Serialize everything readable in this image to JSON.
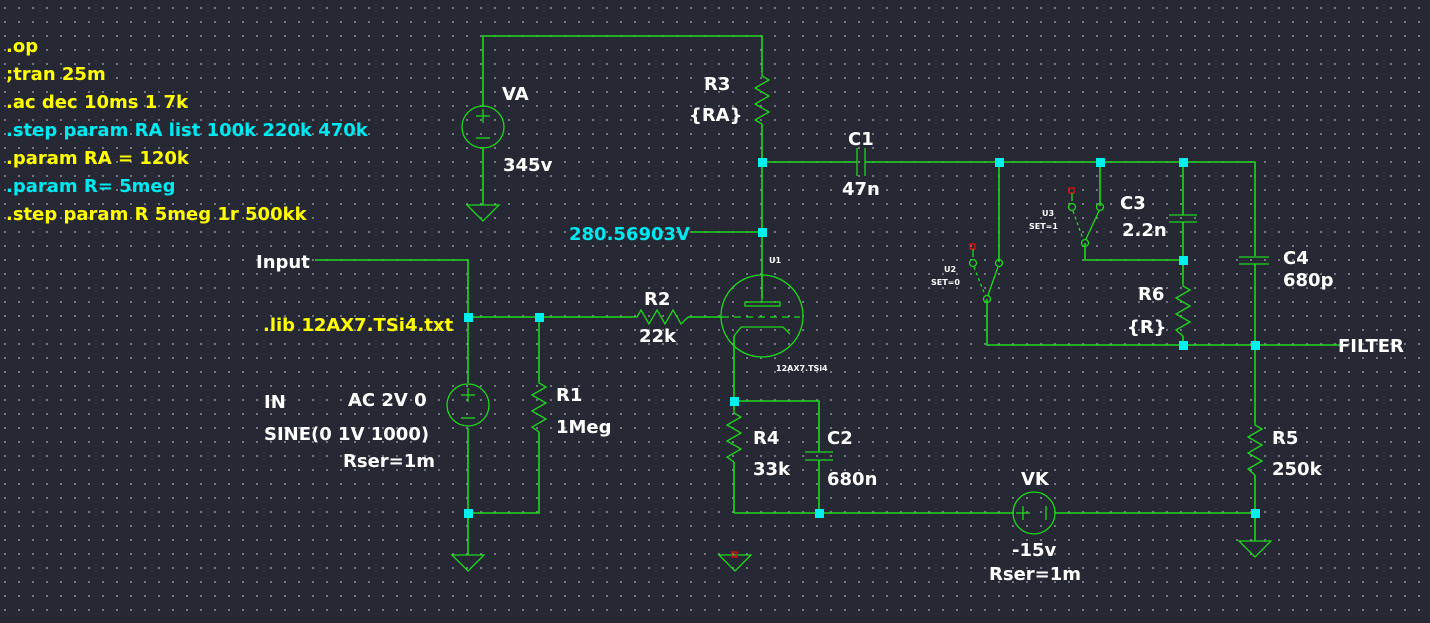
{
  "directives": [
    {
      "text": ".op",
      "color": "#ffff00"
    },
    {
      "text": ";tran 25m",
      "color": "#ffff00"
    },
    {
      "text": ".ac dec 10ms 1 7k",
      "color": "#ffff00"
    },
    {
      "text": ".step param RA list 100k 220k 470k",
      "color": "#00e8f0"
    },
    {
      "text": ".param RA = 120k",
      "color": "#ffff00"
    },
    {
      "text": ".param R= 5meg",
      "color": "#00e8f0"
    },
    {
      "text": ".step param R 5meg 1r 500kk",
      "color": "#ffff00"
    }
  ],
  "lib_directive": ".lib 12AX7.TSi4.txt",
  "node_voltage": "280.56903V",
  "net_labels": {
    "input": "Input",
    "filter": "FILTER"
  },
  "components": {
    "VA": {
      "name": "VA",
      "value": "345v"
    },
    "IN": {
      "name": "IN",
      "ac": "AC 2V 0",
      "value": "SINE(0 1V 1000)",
      "rser": "Rser=1m"
    },
    "VK": {
      "name": "VK",
      "value": "-15v",
      "rser": "Rser=1m"
    },
    "R1": {
      "name": "R1",
      "value": "1Meg"
    },
    "R2": {
      "name": "R2",
      "value": "22k"
    },
    "R3": {
      "name": "R3",
      "value": "{RA}"
    },
    "R4": {
      "name": "R4",
      "value": "33k"
    },
    "R5": {
      "name": "R5",
      "value": "250k"
    },
    "R6": {
      "name": "R6",
      "value": "{R}"
    },
    "C1": {
      "name": "C1",
      "value": "47n"
    },
    "C2": {
      "name": "C2",
      "value": "680n"
    },
    "C3": {
      "name": "C3",
      "value": "2.2n"
    },
    "C4": {
      "name": "C4",
      "value": "680p"
    },
    "U1": {
      "name": "U1",
      "model": "12AX7.TSi4"
    },
    "U2": {
      "name": "U2",
      "setting": "SET=0"
    },
    "U3": {
      "name": "U3",
      "setting": "SET=1"
    }
  }
}
